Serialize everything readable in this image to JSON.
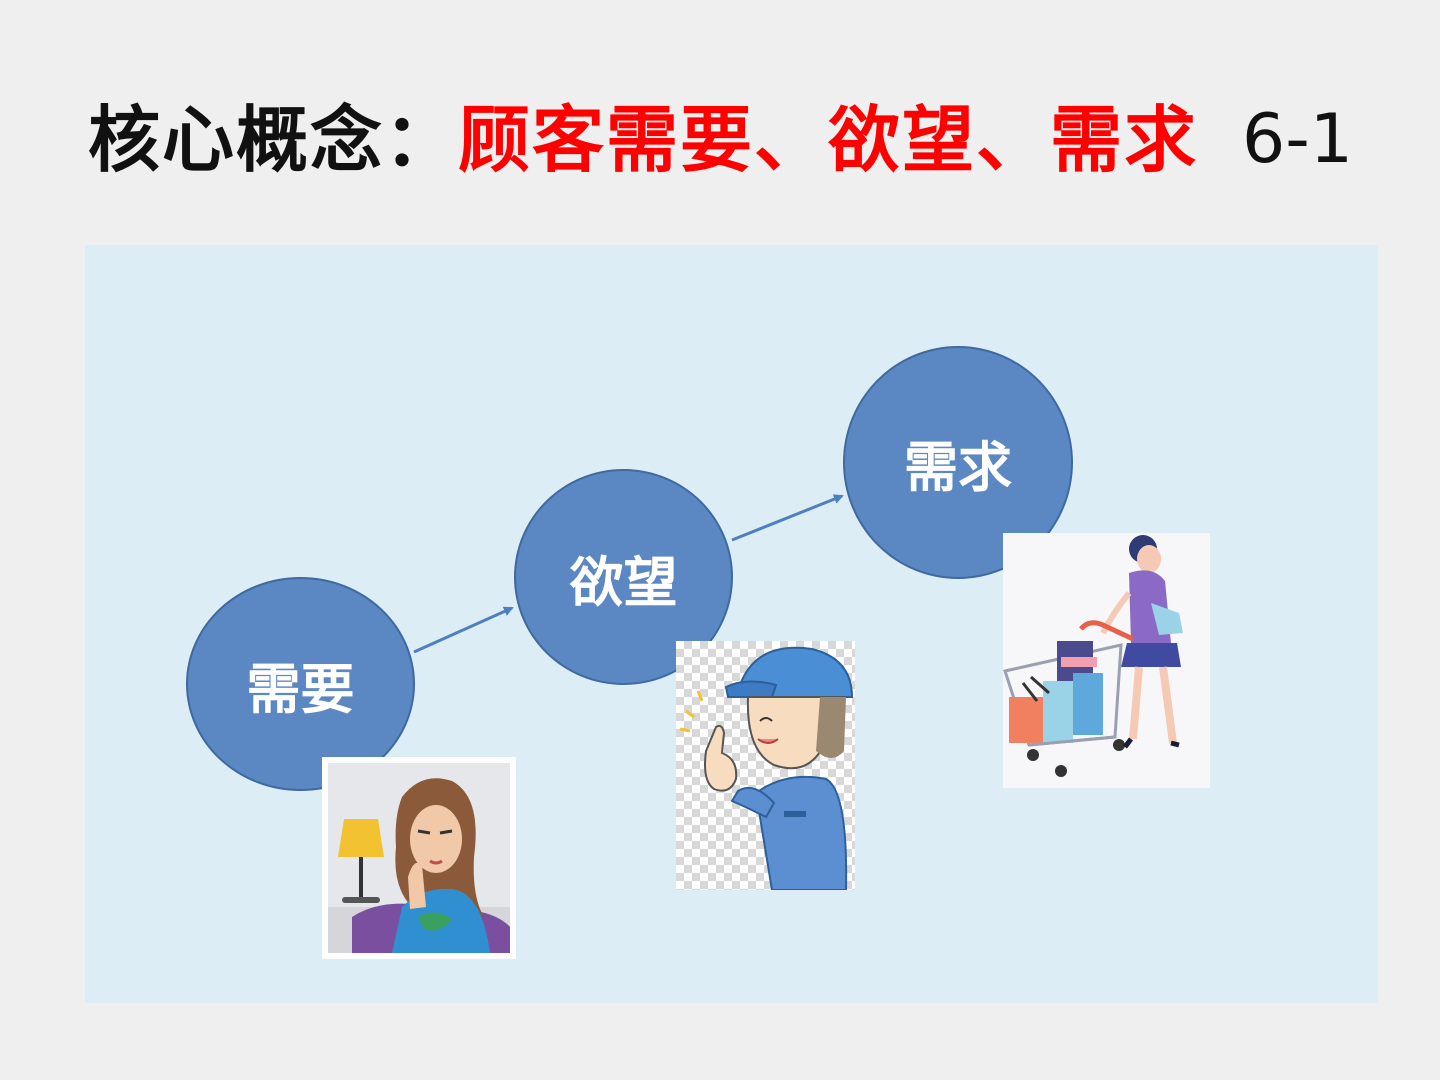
{
  "title": {
    "prefix": "核心概念：",
    "highlight": "顾客需要、欲望、需求",
    "slide_number": "6-1"
  },
  "stages": [
    {
      "label": "需要"
    },
    {
      "label": "欲望"
    },
    {
      "label": "需求"
    }
  ],
  "illustrations": [
    {
      "icon": "pensive-woman-icon"
    },
    {
      "icon": "worker-pointing-icon"
    },
    {
      "icon": "woman-shopping-cart-icon"
    }
  ],
  "colors": {
    "background": "#efefef",
    "panel": "#dcedf6",
    "circle": "#5b87c2",
    "arrow": "#4f7fbf",
    "title_text": "#111111",
    "title_highlight": "#ff0000"
  }
}
